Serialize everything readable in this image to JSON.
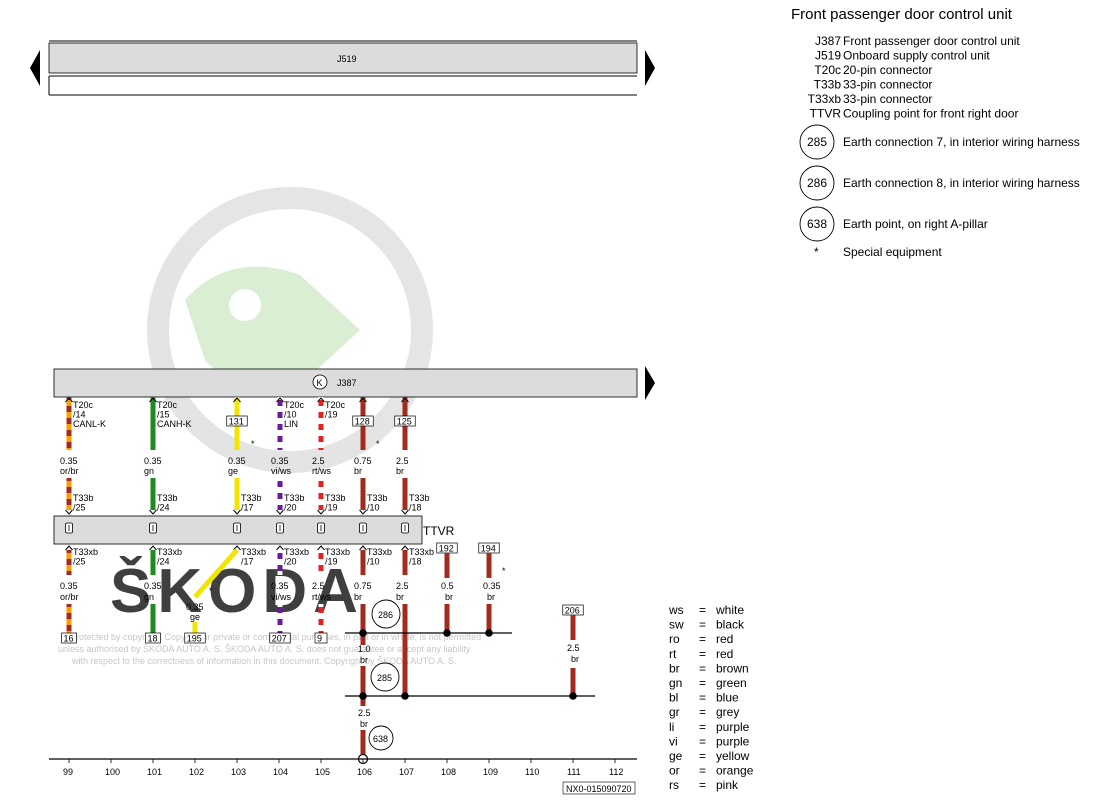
{
  "units": {
    "j519": "J519",
    "j387": "J387",
    "j387_badge": "K",
    "ttvr": "TTVR"
  },
  "legend": {
    "title": "Front passenger door control unit",
    "items": [
      {
        "code": "J387",
        "text": "Front passenger door control unit"
      },
      {
        "code": "J519",
        "text": "Onboard supply control unit"
      },
      {
        "code": "T20c",
        "text": "20-pin connector"
      },
      {
        "code": "T33b",
        "text": "33-pin connector"
      },
      {
        "code": "T33xb",
        "text": "33-pin connector"
      },
      {
        "code": "TTVR",
        "text": "Coupling point for front right door"
      }
    ],
    "earth": [
      {
        "code": "285",
        "text": "Earth connection 7, in interior wiring harness"
      },
      {
        "code": "286",
        "text": "Earth connection 8, in interior wiring harness"
      },
      {
        "code": "638",
        "text": "Earth point, on right A-pillar"
      }
    ],
    "note": {
      "code": "*",
      "text": "Special equipment"
    }
  },
  "color_codes": [
    {
      "abbr": "ws",
      "eq": "=",
      "name": "white"
    },
    {
      "abbr": "sw",
      "eq": "=",
      "name": "black"
    },
    {
      "abbr": "ro",
      "eq": "=",
      "name": "red"
    },
    {
      "abbr": "rt",
      "eq": "=",
      "name": "red"
    },
    {
      "abbr": "br",
      "eq": "=",
      "name": "brown"
    },
    {
      "abbr": "gn",
      "eq": "=",
      "name": "green"
    },
    {
      "abbr": "bl",
      "eq": "=",
      "name": "blue"
    },
    {
      "abbr": "gr",
      "eq": "=",
      "name": "grey"
    },
    {
      "abbr": "li",
      "eq": "=",
      "name": "purple"
    },
    {
      "abbr": "vi",
      "eq": "=",
      "name": "purple"
    },
    {
      "abbr": "ge",
      "eq": "=",
      "name": "yellow"
    },
    {
      "abbr": "or",
      "eq": "=",
      "name": "orange"
    },
    {
      "abbr": "rs",
      "eq": "=",
      "name": "pink"
    }
  ],
  "wire_colors": {
    "or_br": [
      "#f5a000",
      "#a32a1f"
    ],
    "gn": [
      "#1f8a1f"
    ],
    "ge": [
      "#f2e600"
    ],
    "vi_ws": [
      "#6a1b9a",
      "#ffffff"
    ],
    "rt_ws": [
      "#e32222",
      "#ffffff"
    ],
    "br": [
      "#a32a1f"
    ]
  },
  "wires": [
    {
      "id": "c99",
      "top_pin": "T20c\n/14",
      "top_signal": "CANL-K",
      "top_box": "",
      "mid_size": "0.35",
      "mid_color": "or/br",
      "ttvr_top": "T33b\n/25",
      "ttvr_bot": "T33xb\n/25",
      "low_size": "0.35",
      "low_color": "or/br",
      "end_box": "16",
      "color_key": "or_br"
    },
    {
      "id": "c101",
      "top_pin": "T20c\n/15",
      "top_signal": "CANH-K",
      "top_box": "",
      "mid_size": "0.35",
      "mid_color": "gn",
      "ttvr_top": "T33b\n/24",
      "ttvr_bot": "T33xb\n/24",
      "low_size": "0.35",
      "low_color": "gn",
      "end_box": "18",
      "color_key": "gn"
    },
    {
      "id": "c103",
      "top_pin": "",
      "top_signal": "",
      "top_box": "131",
      "mid_size": "0.35",
      "mid_color": "ge",
      "ttvr_top": "T33b\n/17",
      "ttvr_bot": "T33xb\n/17",
      "low_size": "0.35",
      "low_color": "ge",
      "end_box": "195",
      "color_key": "ge"
    },
    {
      "id": "c104",
      "top_pin": "T20c\n/10",
      "top_signal": "LIN",
      "top_box": "",
      "mid_size": "0.35",
      "mid_color": "vi/ws",
      "ttvr_top": "T33b\n/20",
      "ttvr_bot": "T33xb\n/20",
      "low_size": "0.35",
      "low_color": "vi/ws",
      "end_box": "207",
      "color_key": "vi_ws"
    },
    {
      "id": "c105",
      "top_pin": "T20c\n/19",
      "top_signal": "",
      "top_box": "",
      "mid_size": "2.5",
      "mid_color": "rt/ws",
      "ttvr_top": "T33b\n/19",
      "ttvr_bot": "T33xb\n/19",
      "low_size": "2.5",
      "low_color": "rt/ws",
      "end_box": "9",
      "color_key": "rt_ws"
    },
    {
      "id": "c106",
      "top_pin": "",
      "top_signal": "",
      "top_box": "128",
      "mid_size": "0.75",
      "mid_color": "br",
      "ttvr_top": "T33b\n/10",
      "ttvr_bot": "T33xb\n/10",
      "low_size": "0.75",
      "low_color": "br",
      "end_box": "",
      "color_key": "br"
    },
    {
      "id": "c107",
      "top_pin": "",
      "top_signal": "",
      "top_box": "125",
      "mid_size": "2.5",
      "mid_color": "br",
      "ttvr_top": "T33b\n/18",
      "ttvr_bot": "T33xb\n/18",
      "low_size": "2.5",
      "low_color": "br",
      "end_box": "",
      "color_key": "br"
    }
  ],
  "extra_wires": [
    {
      "id": "c108",
      "box": "192",
      "size": "0.5",
      "color": "br"
    },
    {
      "id": "c109",
      "box": "194",
      "size": "0.35",
      "color": "br"
    },
    {
      "id": "c111",
      "box": "206",
      "size": "2.5",
      "color": "br"
    }
  ],
  "junction_labels": {
    "w106_a_size": "1.0",
    "w106_a_color": "br",
    "w106_b_size": "2.5",
    "w106_b_color": "br",
    "earth_286": "286",
    "earth_285": "285",
    "earth_638": "638"
  },
  "special_marks": [
    "*",
    "*",
    "*",
    "*"
  ],
  "columns": [
    "99",
    "100",
    "101",
    "102",
    "103",
    "104",
    "105",
    "106",
    "107",
    "108",
    "109",
    "110",
    "111",
    "112"
  ],
  "drawing_number": "NX0-015090720",
  "watermark": {
    "brand": "ŠKODA",
    "lines": [
      "Protected by copyright. Copying for private or commercial purposes, in part or in whole, is not permitted",
      "unless authorised by ŠKODA AUTO A. S. ŠKODA AUTO A. S. does not guarantee or accept any liability",
      "with respect to the correctness of information in this document. Copyright by ŠKODA AUTO A. S."
    ]
  }
}
